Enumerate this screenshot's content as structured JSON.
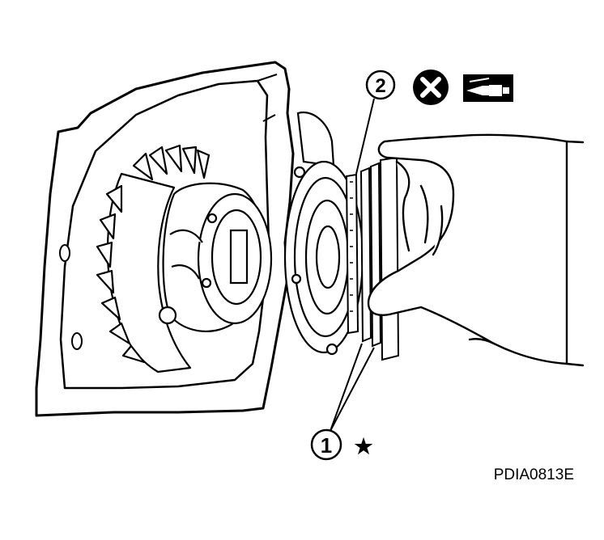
{
  "figure": {
    "image_code": "PDIA0813E"
  },
  "callouts": {
    "seal_ref": "2",
    "shim_ref": "1",
    "shim_mark": "★"
  },
  "symbols": {
    "do_not_reuse": "circle-x-icon",
    "apply_sealant": "sealant-tube-icon"
  },
  "colors": {
    "line": "#000000",
    "background": "#ffffff"
  }
}
